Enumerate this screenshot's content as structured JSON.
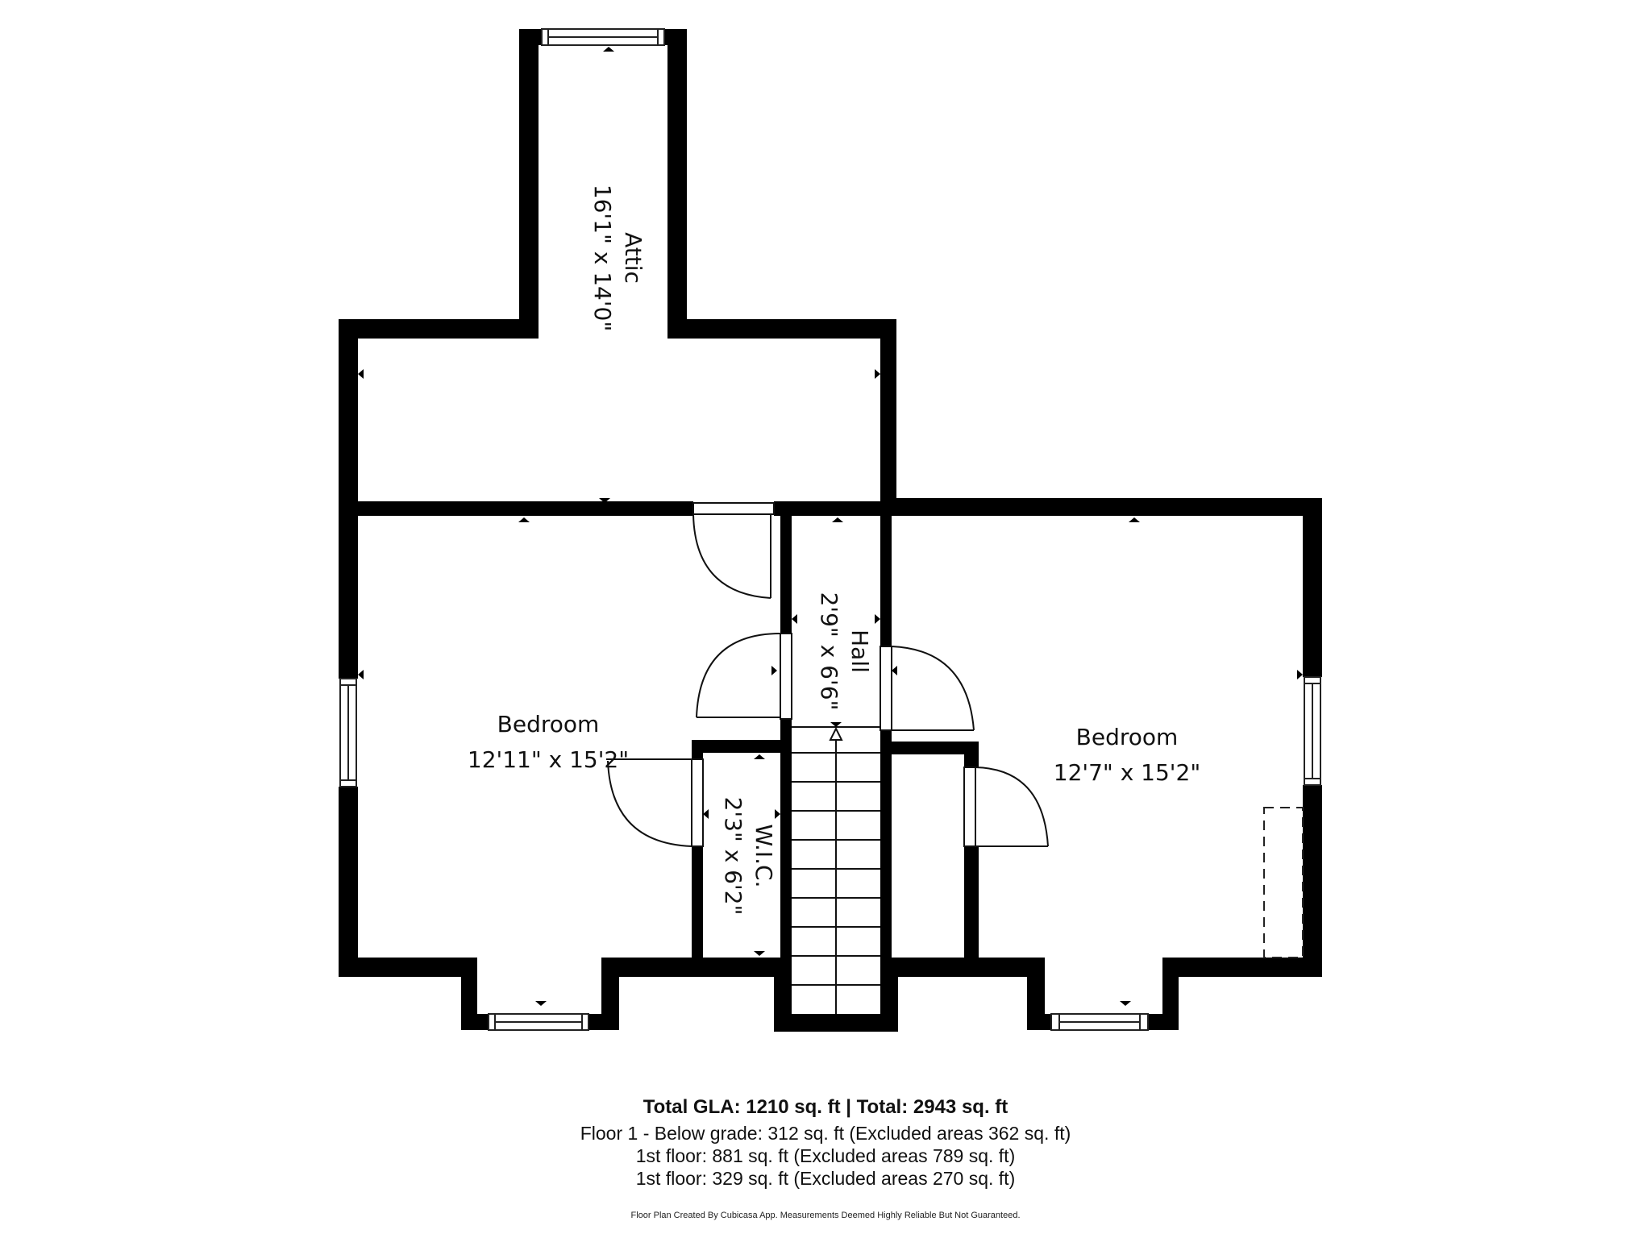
{
  "rooms": {
    "attic": {
      "name": "Attic",
      "dims": "16'1\" x 14'0\""
    },
    "hall": {
      "name": "Hall",
      "dims": "2'9\" x 6'6\""
    },
    "wic": {
      "name": "W.I.C.",
      "dims": "2'3\" x 6'2\""
    },
    "bedroom_left": {
      "name": "Bedroom",
      "dims": "12'11\" x 15'2\""
    },
    "bedroom_right": {
      "name": "Bedroom",
      "dims": "12'7\" x 15'2\""
    }
  },
  "summary": {
    "title": "Total GLA: 1210 sq. ft | Total: 2943 sq. ft",
    "lines": [
      "Floor 1 - Below grade: 312 sq. ft (Excluded areas 362 sq. ft)",
      "1st floor: 881 sq. ft (Excluded areas 789 sq. ft)",
      "1st floor: 329 sq. ft (Excluded areas 270 sq. ft)"
    ],
    "disclaimer": "Floor Plan Created By Cubicasa App. Measurements Deemed Highly Reliable But Not Guaranteed."
  },
  "colors": {
    "wall": "#000000",
    "background": "#ffffff",
    "text": "#111111"
  }
}
